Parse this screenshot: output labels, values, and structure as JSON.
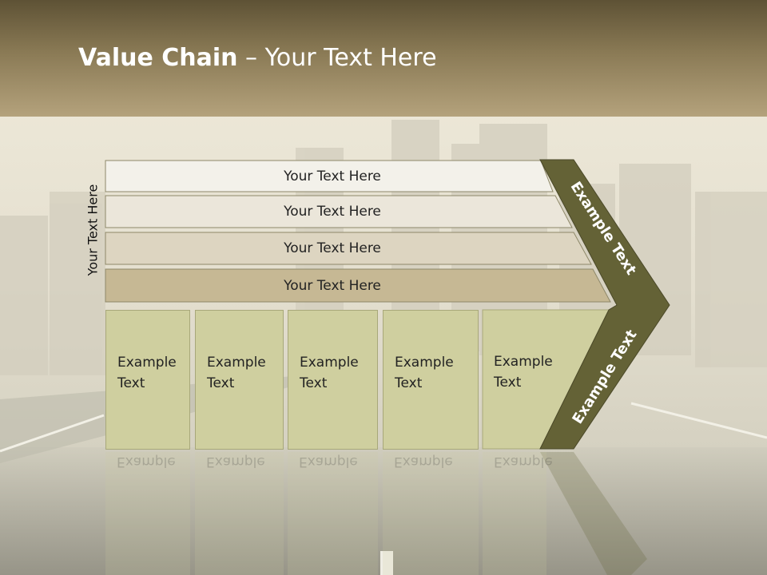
{
  "slide": {
    "title_bold": "Value Chain",
    "title_rest": " – Your Text Here",
    "vertical_label": "Your Text Here"
  },
  "rows": [
    {
      "label": "Your Text Here",
      "fill": "#f3f1ea"
    },
    {
      "label": "Your Text Here",
      "fill": "#ebe6da"
    },
    {
      "label": "Your Text Here",
      "fill": "#ddd5c1"
    },
    {
      "label": "Your Text Here",
      "fill": "#c6b894"
    }
  ],
  "boxes": [
    {
      "line1": "Example",
      "line2": "Text"
    },
    {
      "line1": "Example",
      "line2": "Text"
    },
    {
      "line1": "Example",
      "line2": "Text"
    },
    {
      "line1": "Example",
      "line2": "Text"
    },
    {
      "line1": "Example",
      "line2": "Text"
    }
  ],
  "chevron": {
    "upper_text": "Example Text",
    "lower_text": "Example Text",
    "fill": "#646236"
  },
  "colors": {
    "header": "#8a7a55",
    "box_fill": "#cfcf9f",
    "chevron": "#646236"
  }
}
